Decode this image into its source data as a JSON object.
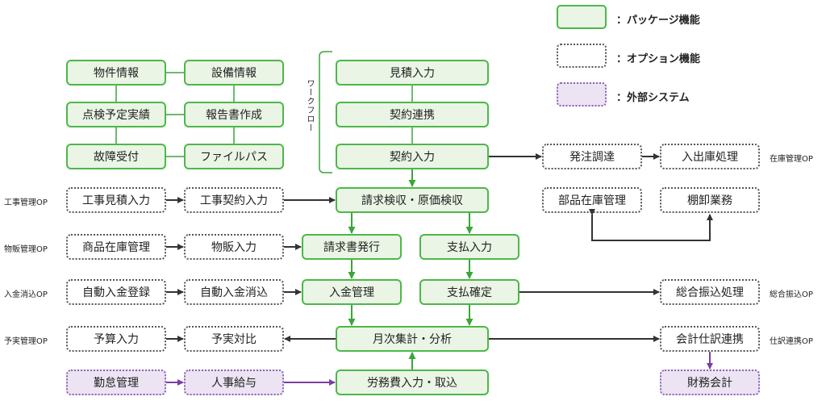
{
  "legend": {
    "package": "：パッケージ機能",
    "option": "：オプション機能",
    "external": "：外部システム"
  },
  "workflow_label": "ワークフロー",
  "boxes": {
    "property_info": "物件情報",
    "equipment_info": "設備情報",
    "inspection_plan": "点検予定実績",
    "report_creation": "報告書作成",
    "fault_reception": "故障受付",
    "file_path": "ファイルパス",
    "estimate_input": "見積入力",
    "contract_link": "契約連携",
    "contract_input": "契約入力",
    "order_procurement": "発注調達",
    "inout_processing": "入出庫処理",
    "construction_estimate": "工事見積入力",
    "construction_contract": "工事契約入力",
    "invoice_cost_check": "請求検収・原価検収",
    "parts_inventory": "部品在庫管理",
    "stocktaking": "棚卸業務",
    "product_inventory": "商品在庫管理",
    "sales_input": "物販入力",
    "invoice_issue": "請求書発行",
    "payment_input": "支払入力",
    "auto_deposit_register": "自動入金登録",
    "auto_deposit_clear": "自動入金消込",
    "deposit_management": "入金管理",
    "payment_confirm": "支払確定",
    "general_transfer": "総合振込処理",
    "budget_input": "予算入力",
    "budget_actual_compare": "予実対比",
    "monthly_analysis": "月次集計・分析",
    "accounting_journal_link": "会計仕訳連携",
    "attendance": "勤怠管理",
    "payroll": "人事給与",
    "labor_cost_input": "労務費入力・取込",
    "financial_accounting": "財務会計"
  },
  "side_labels": {
    "construction_op": "工事管理OP",
    "sales_op": "物販管理OP",
    "deposit_op": "入金消込OP",
    "budget_op": "予実管理OP",
    "inventory_op": "在庫管理OP",
    "transfer_op": "総合振込OP",
    "journal_op": "仕訳連携OP"
  },
  "colors": {
    "package_fill": "#eaf5e5",
    "package_border": "#4cb848",
    "option_border": "#555555",
    "external_fill": "#ece3f3",
    "external_border": "#8a62b8",
    "arrow_dark": "#333333",
    "arrow_green": "#3aa63a",
    "arrow_purple": "#7a3fa6"
  }
}
